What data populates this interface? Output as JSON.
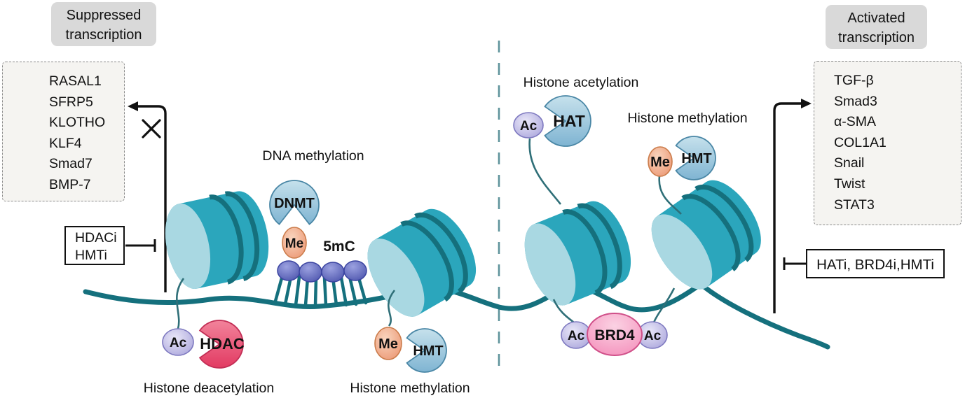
{
  "title_boxes": {
    "suppressed": "Suppressed transcription",
    "activated": "Activated transcription"
  },
  "gene_lists": {
    "suppressed": [
      "RASAL1",
      "SFRP5",
      "KLOTHO",
      "KLF4",
      "Smad7",
      "BMP-7"
    ],
    "activated": [
      "TGF-β",
      "Smad3",
      "α-SMA",
      "COL1A1",
      "Snail",
      "Twist",
      "STAT3"
    ]
  },
  "inhibitor_boxes": {
    "left_line1": "HDACi",
    "left_line2": "HMTi",
    "right": "HATi, BRD4i,HMTi"
  },
  "process_labels": {
    "dna_methylation": "DNA methylation",
    "five_mc": "5mC",
    "histone_deacetylation": "Histone deacetylation",
    "histone_methylation_left": "Histone methylation",
    "histone_acetylation": "Histone acetylation",
    "histone_methylation_right": "Histone methylation"
  },
  "molecules": {
    "dnmt": "DNMT",
    "me": "Me",
    "ac": "Ac",
    "hdac": "HDAC",
    "hmt": "HMT",
    "hat": "HAT",
    "brd4": "BRD4"
  },
  "colors": {
    "nucleosome_body": "#2BA6BC",
    "nucleosome_face": "#A9D8E2",
    "dna_strand": "#15707D",
    "enzyme_blue": "#9CC8DE",
    "hdac_pink": "#EA5576",
    "brd4_pink": "#F5A3C7",
    "acetyl_purple": "#C3BFE6",
    "methyl_orange": "#F2AE8E",
    "methyl_dna_purple": "#5A62B4",
    "divider_teal": "#5E939B",
    "label_box_gray": "#D9D9D9"
  }
}
